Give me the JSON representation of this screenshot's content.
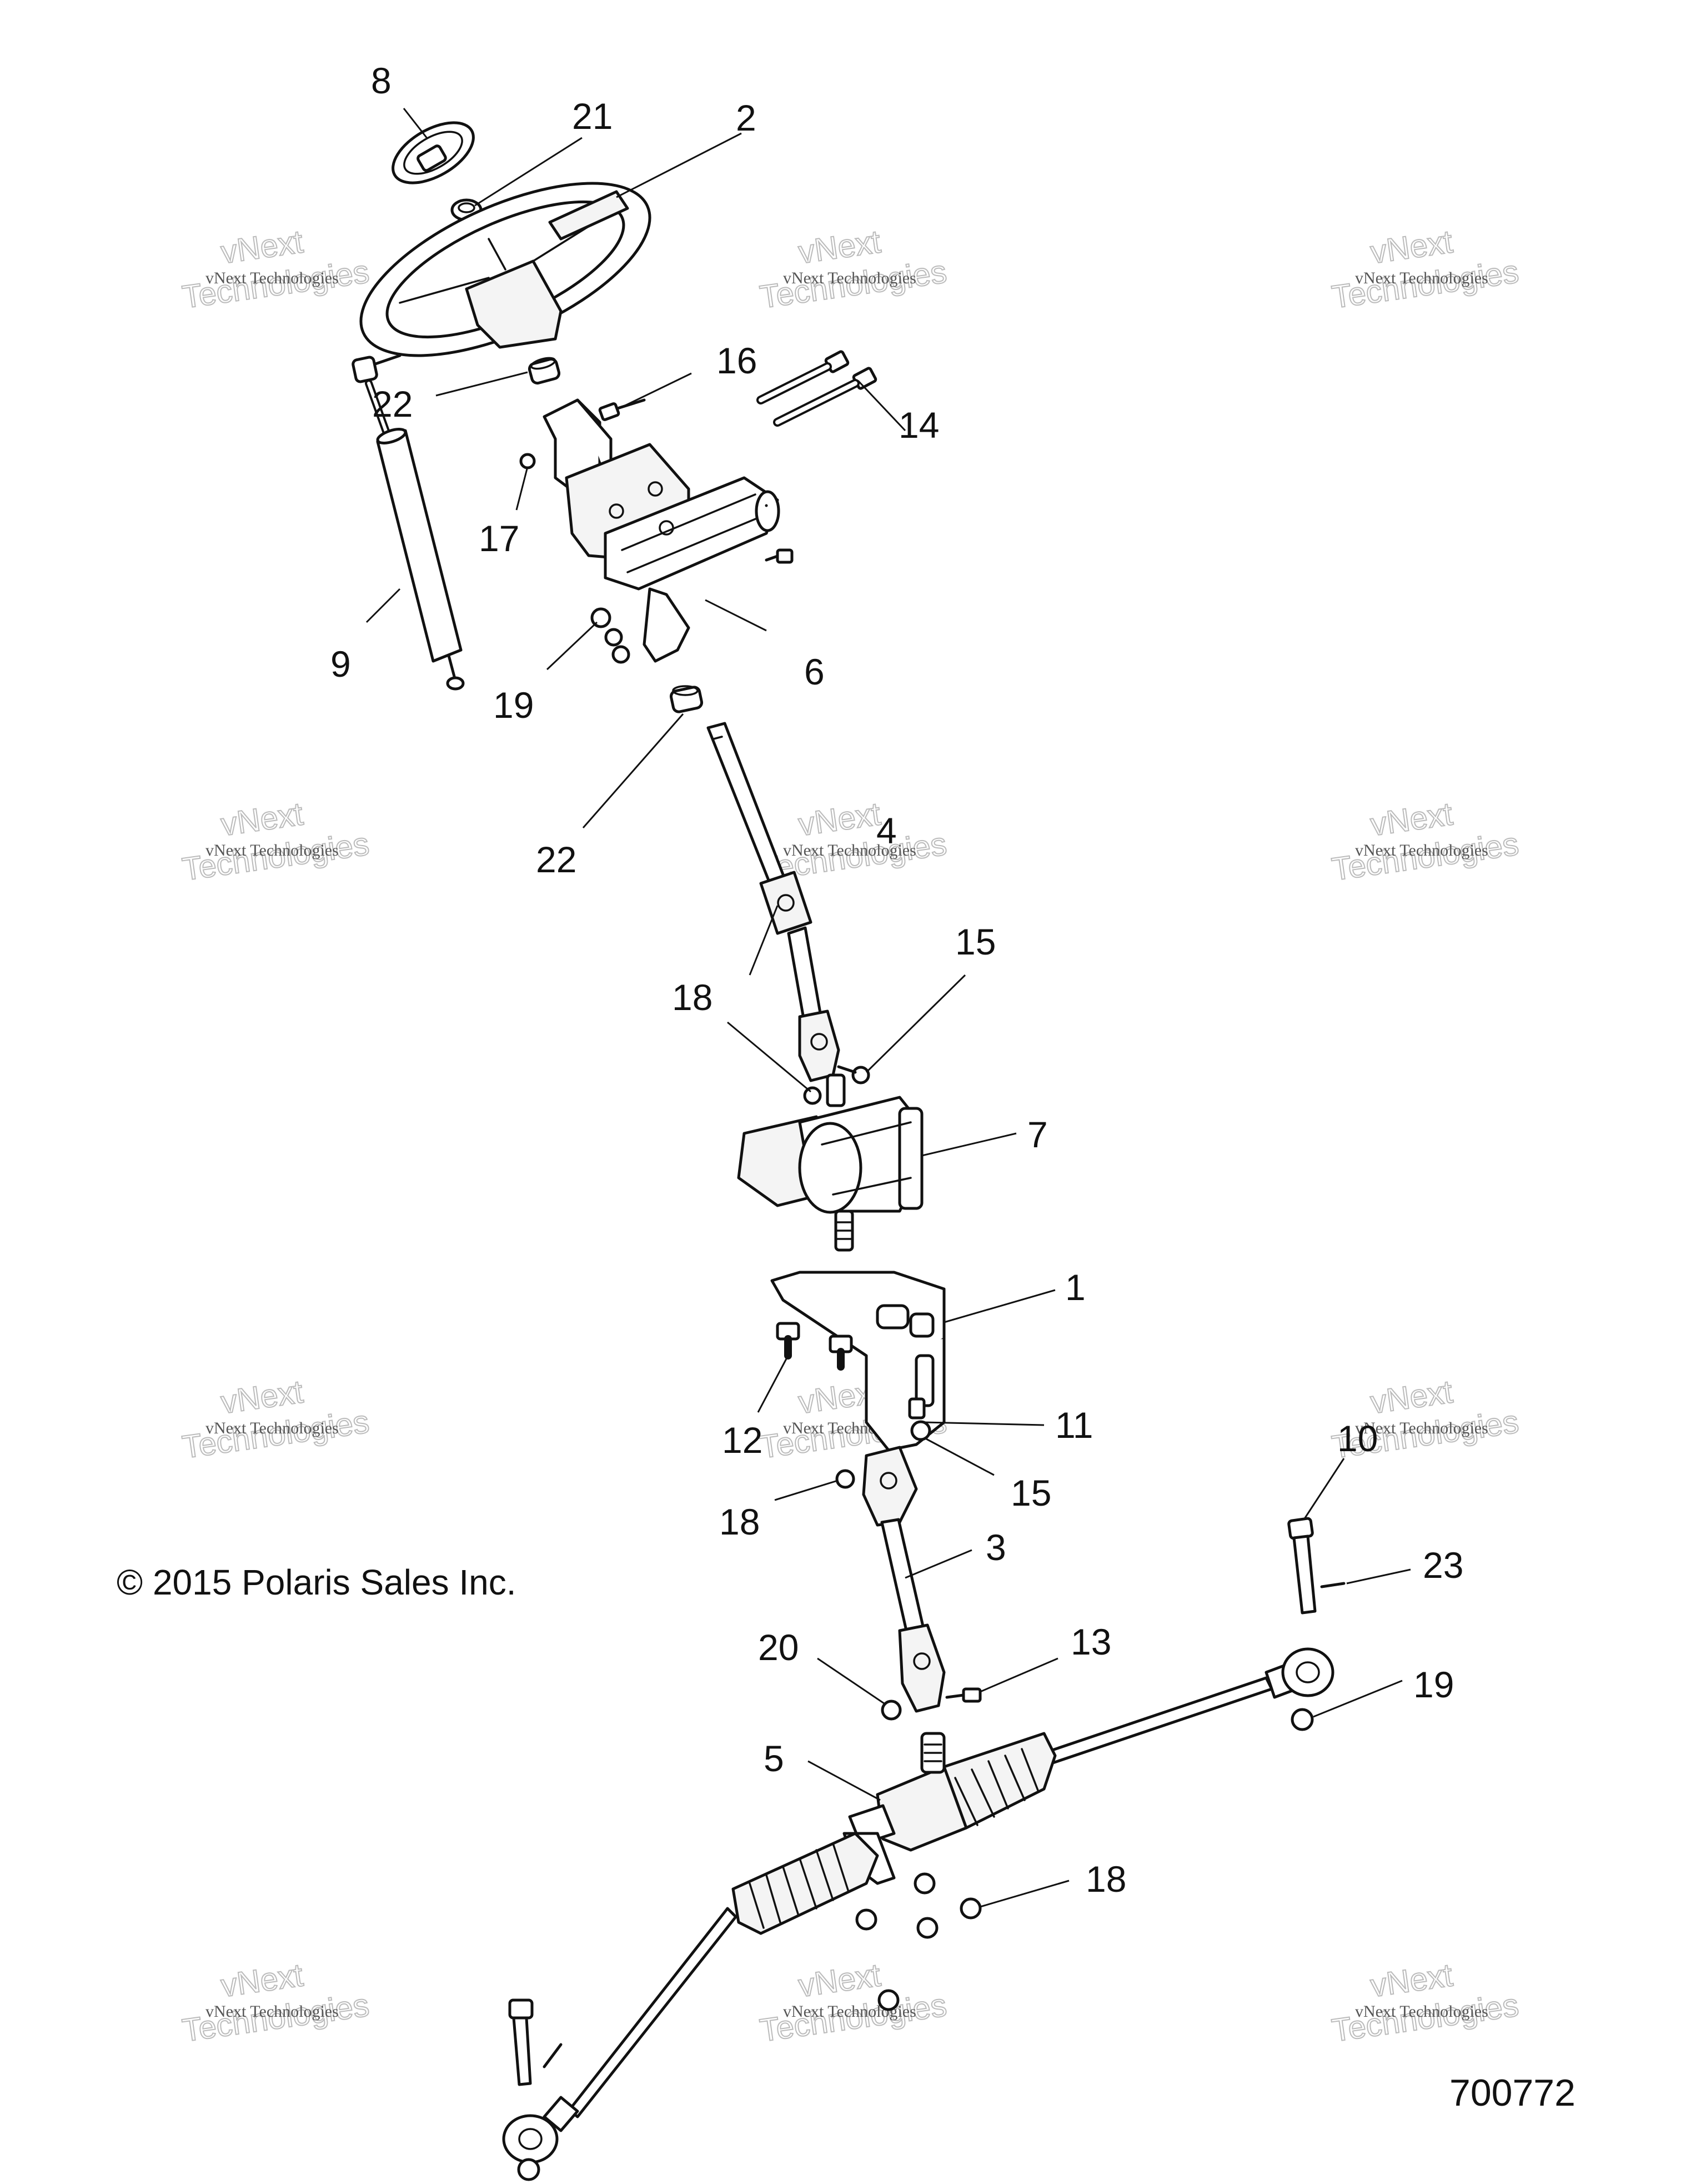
{
  "copyright": "© 2015 Polaris Sales Inc.",
  "diagram_number": "700772",
  "watermark": {
    "line1": "vNext Technologies",
    "line2": "vNext",
    "line3": "Technologies"
  },
  "callouts": {
    "c1": "1",
    "c2": "2",
    "c3": "3",
    "c4": "4",
    "c5": "5",
    "c6": "6",
    "c7": "7",
    "c8": "8",
    "c9": "9",
    "c10": "10",
    "c11": "11",
    "c12": "12",
    "c13": "13",
    "c14": "14",
    "c15a": "15",
    "c15b": "15",
    "c16": "16",
    "c17": "17",
    "c18a": "18",
    "c18b": "18",
    "c18c": "18",
    "c19a": "19",
    "c19b": "19",
    "c20": "20",
    "c21": "21",
    "c22a": "22",
    "c22b": "22",
    "c23": "23"
  }
}
